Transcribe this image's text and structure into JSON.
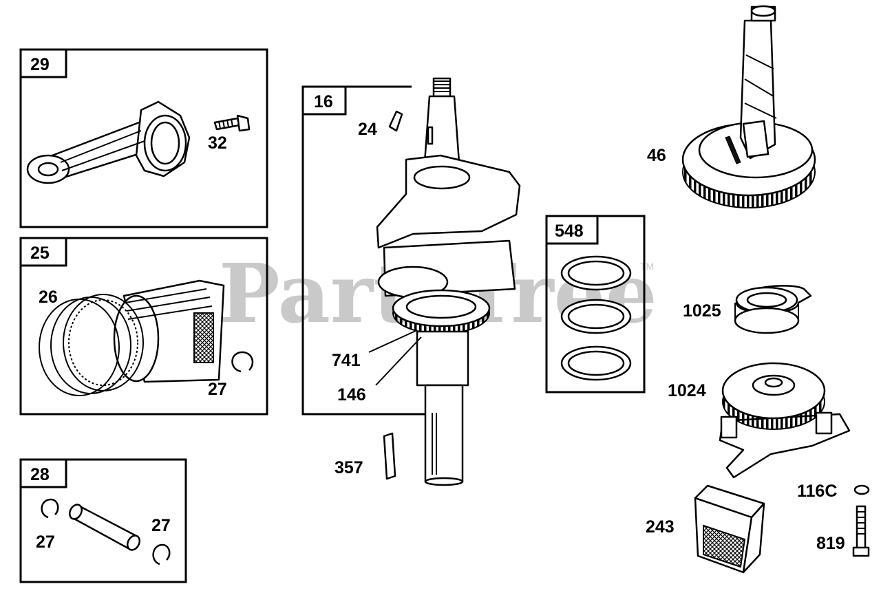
{
  "watermark": {
    "text": "PartsTree",
    "trademark": "TM"
  },
  "groups": [
    {
      "id": "29",
      "callouts": [
        "32"
      ]
    },
    {
      "id": "16",
      "callouts": [
        "24",
        "741",
        "146"
      ]
    },
    {
      "id": "25",
      "callouts": [
        "26",
        "27"
      ]
    },
    {
      "id": "548",
      "callouts": []
    },
    {
      "id": "28",
      "callouts": [
        "27",
        "27"
      ]
    }
  ],
  "labels": {
    "part_32": "32",
    "part_24": "24",
    "part_741": "741",
    "part_146": "146",
    "part_357": "357",
    "part_26": "26",
    "part_27_piston": "27",
    "part_27_pin_left": "27",
    "part_27_pin_right": "27",
    "part_46": "46",
    "part_1025": "1025",
    "part_1024": "1024",
    "part_116C": "116C",
    "part_243": "243",
    "part_819": "819",
    "group_29": "29",
    "group_25": "25",
    "group_28": "28",
    "group_16": "16",
    "group_548": "548"
  }
}
